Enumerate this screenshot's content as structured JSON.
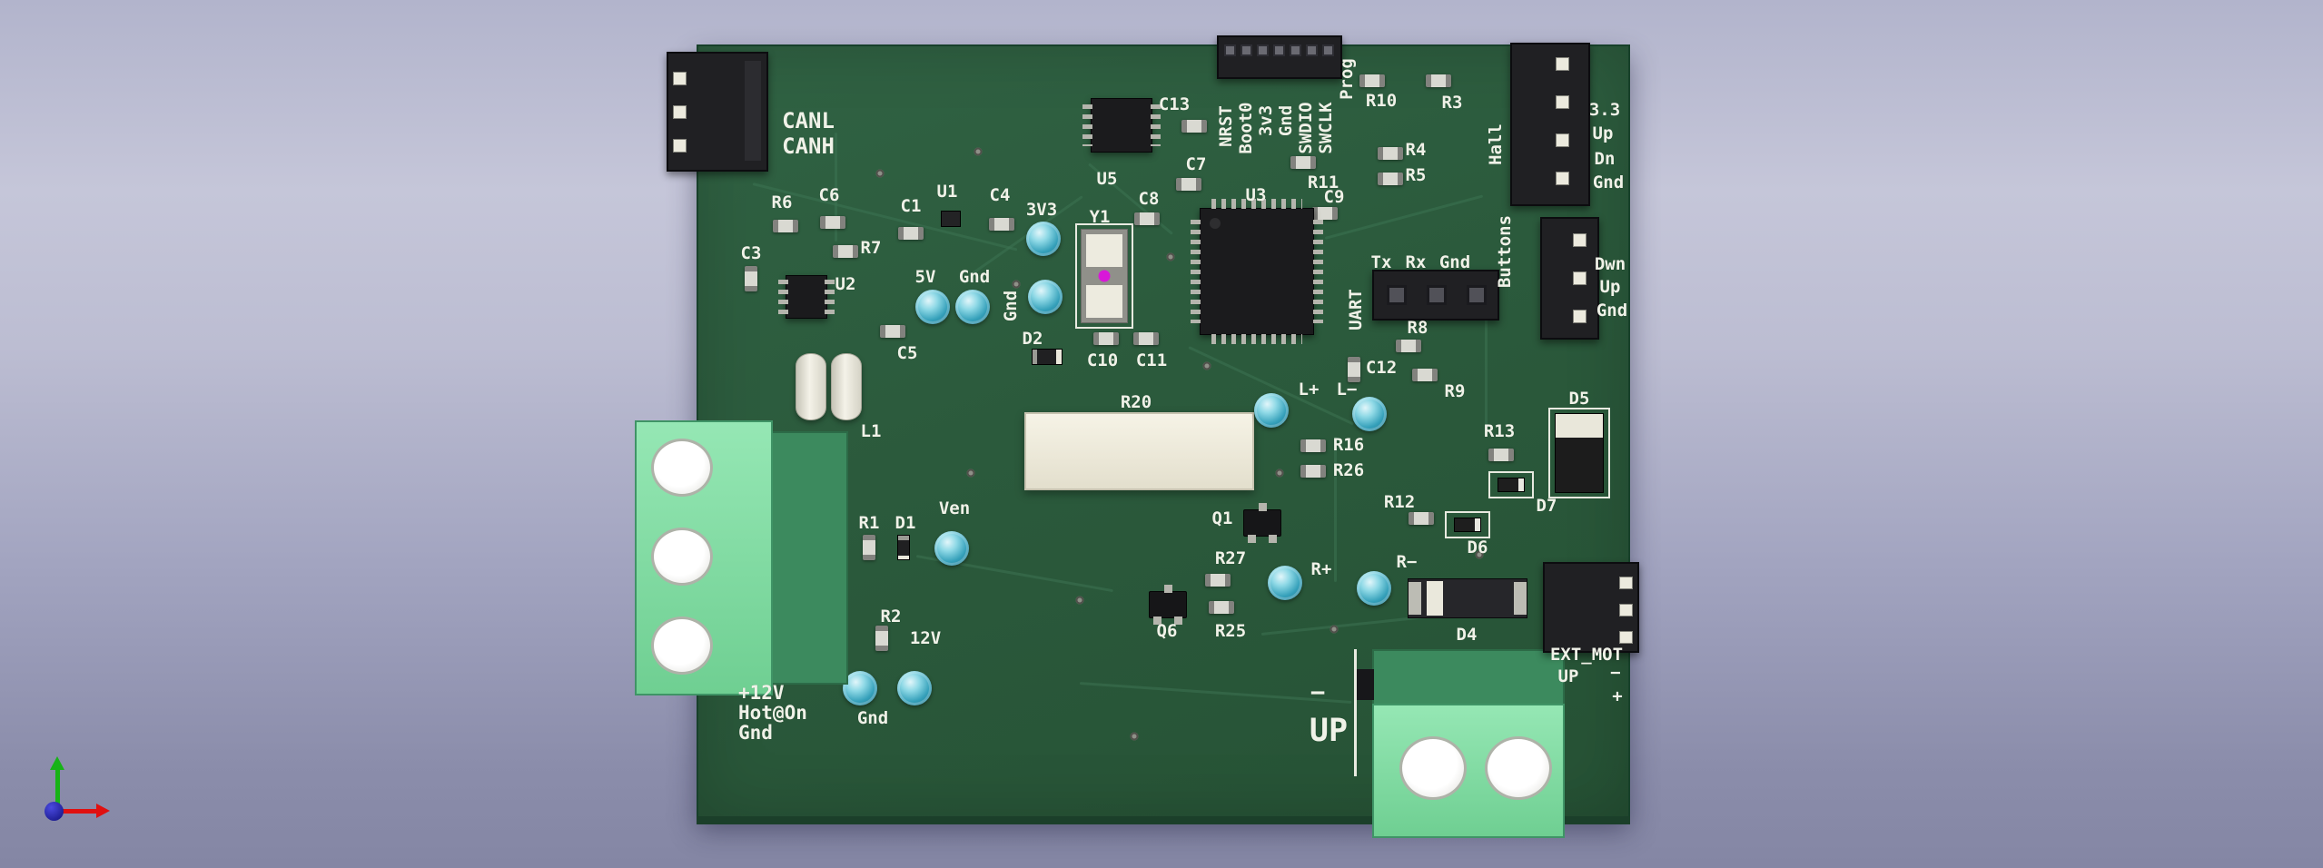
{
  "palette": {
    "background_top": "#b2b4cc",
    "background_bottom": "#8486a4",
    "board_green": "#2b5a3c",
    "board_edge": "#17402a",
    "trace_green": "#3d7252",
    "silkscreen_white": "#f0f2e8",
    "connector_black": "#202023",
    "terminal_green": "#86dca6",
    "capacitor_teal": "#35a0ba",
    "module_white": "#ece8d8",
    "fiducial_magenta": "#d818d8",
    "axis_x_red": "#e01010",
    "axis_y_green": "#17b317",
    "axis_z_blue": "#1a1acc"
  },
  "labels": {
    "canl": "CANL",
    "canh": "CANH",
    "prog": "Prog",
    "nrst": "NRST",
    "boot0": "Boot0",
    "pin_3v3": "3v3",
    "pin_gnd": "Gnd",
    "swdio": "SWDIO",
    "swclk": "SWCLK",
    "r10": "R10",
    "r3": "R3",
    "hall": "Hall",
    "hall_33": "3.3",
    "hall_up": "Up",
    "hall_dn": "Dn",
    "hall_gnd": "Gnd",
    "r4": "R4",
    "r5": "R5",
    "r11": "R11",
    "buttons": "Buttons",
    "btn_dwn": "Dwn",
    "btn_up": "Up",
    "btn_gnd": "Gnd",
    "tx": "Tx",
    "rx": "Rx",
    "uart_gnd": "Gnd",
    "uart": "UART",
    "c13": "C13",
    "u5": "U5",
    "c7": "C7",
    "u3": "U3",
    "c9": "C9",
    "c8": "C8",
    "r6": "R6",
    "c6": "C6",
    "c1": "C1",
    "u1": "U1",
    "c4": "C4",
    "v3v3": "3V3",
    "r7": "R7",
    "c3": "C3",
    "u2": "U2",
    "v5": "5V",
    "gnd_5v": "Gnd",
    "gnd_vert": "Gnd",
    "y1": "Y1",
    "c5": "C5",
    "l1": "L1",
    "d2": "D2",
    "c10": "C10",
    "c11": "C11",
    "c12": "C12",
    "r8": "R8",
    "r9": "R9",
    "l_plus": "L+",
    "l_minus": "L−",
    "r20": "R20",
    "r16": "R16",
    "r26": "R26",
    "r13": "R13",
    "d5": "D5",
    "d7": "D7",
    "d6": "D6",
    "r12": "R12",
    "ven": "Ven",
    "r1": "R1",
    "d1": "D1",
    "q1": "Q1",
    "r27": "R27",
    "r_plus": "R+",
    "r_minus": "R−",
    "q6": "Q6",
    "r25": "R25",
    "d4": "D4",
    "r2": "R2",
    "v12": "12V",
    "gnd_12v": "Gnd",
    "tb_12v": "+12V",
    "tb_hot": "Hot@On",
    "tb_gnd": "Gnd",
    "mot_minus": "−",
    "mot_up": "UP",
    "ext_mot": "EXT_MOT",
    "ext_up": "UP",
    "ext_minus": "−",
    "ext_plus": "+"
  }
}
